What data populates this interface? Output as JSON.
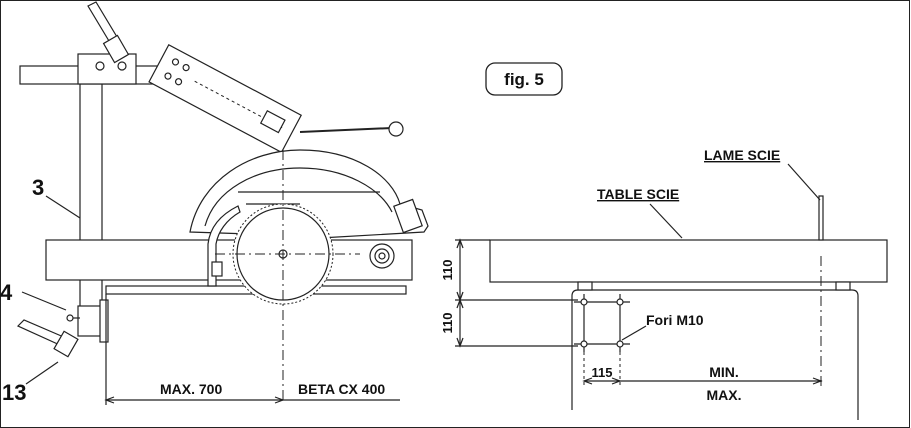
{
  "figure_tag": "fig. 5",
  "callouts": {
    "c3": "3",
    "c4": "4",
    "c13": "13"
  },
  "left_view": {
    "max_700": "MAX. 700",
    "model": "BETA CX 400"
  },
  "right_view": {
    "lame_scie": "LAME SCIE",
    "table_scie": "TABLE SCIE",
    "fori": "Fori M10",
    "dim_110_a": "110",
    "dim_110_b": "110",
    "dim_115": "115",
    "min": "MIN.",
    "max": "MAX."
  }
}
